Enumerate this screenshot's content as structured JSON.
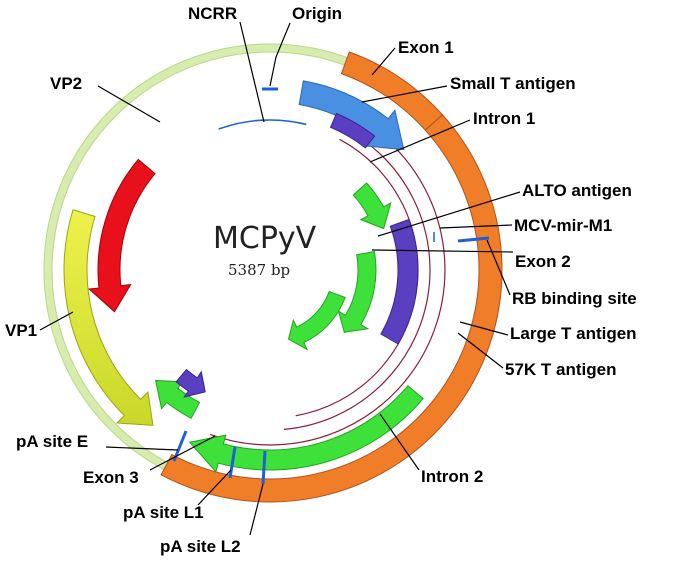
{
  "genome": {
    "name": "MCPyV",
    "length": "5387 bp"
  },
  "labels": {
    "ncrr": "NCRR",
    "origin": "Origin",
    "exon1": "Exon 1",
    "small_t": "Small T antigen",
    "intron1": "Intron 1",
    "alto": "ALTO antigen",
    "mir": "MCV-mir-M1",
    "exon2": "Exon 2",
    "rb": "RB binding site",
    "large_t": "Large T antigen",
    "k57": "57K T antigen",
    "intron2": "Intron 2",
    "pa_l2": "pA site L2",
    "pa_l1": "pA site L1",
    "exon3": "Exon 3",
    "pa_e": "pA site E",
    "vp1": "VP1",
    "vp2": "VP2"
  },
  "colors": {
    "small_t": "#4a90e2",
    "vp2": "#e8111b",
    "vp1": "#dfe83a",
    "exon": "#f07d28",
    "large_t": "#3ee03a",
    "alto": "#5a3fc0",
    "backbone_light": "#d8ecb0",
    "backbone_dark": "#8c1f3a",
    "marker": "#1f5fd8"
  }
}
